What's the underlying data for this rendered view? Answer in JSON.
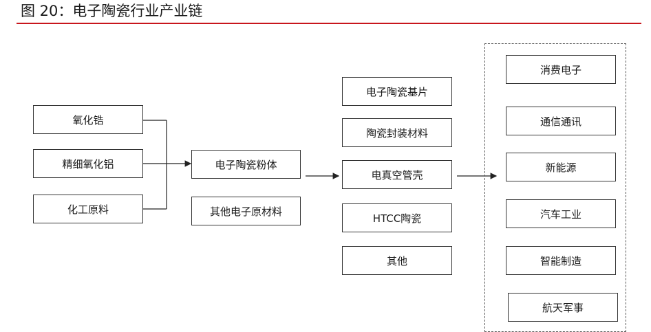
{
  "title": "图 20：电子陶瓷行业产业链",
  "raw_materials": [
    "氧化锆",
    "精细氧化铝",
    "化工原料"
  ],
  "intermediate_materials": [
    "电子陶瓷粉体",
    "其他电子原材料"
  ],
  "products": [
    "电子陶瓷基片",
    "陶瓷封装材料",
    "电真空管壳",
    "HTCC陶瓷",
    "其他"
  ],
  "applications": [
    "消费电子",
    "通信通讯",
    "新能源",
    "汽车工业",
    "智能制造",
    "航天军事"
  ]
}
